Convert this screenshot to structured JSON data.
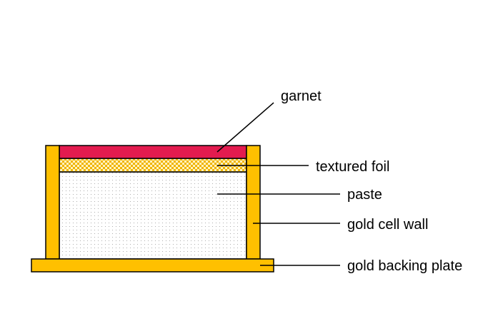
{
  "labels": {
    "garnet": "garnet",
    "textured_foil": "textured foil",
    "paste": "paste",
    "gold_cell_wall": "gold cell wall",
    "gold_backing_plate": "gold backing plate"
  },
  "colors": {
    "gold": "#FFC000",
    "garnet": "#E31B4F",
    "foil_light": "#FFF2BF",
    "foil_dark": "#F0B400",
    "paste_bg": "#FFFFFF",
    "paste_dot": "#9A9A9A",
    "outline": "#000000"
  }
}
